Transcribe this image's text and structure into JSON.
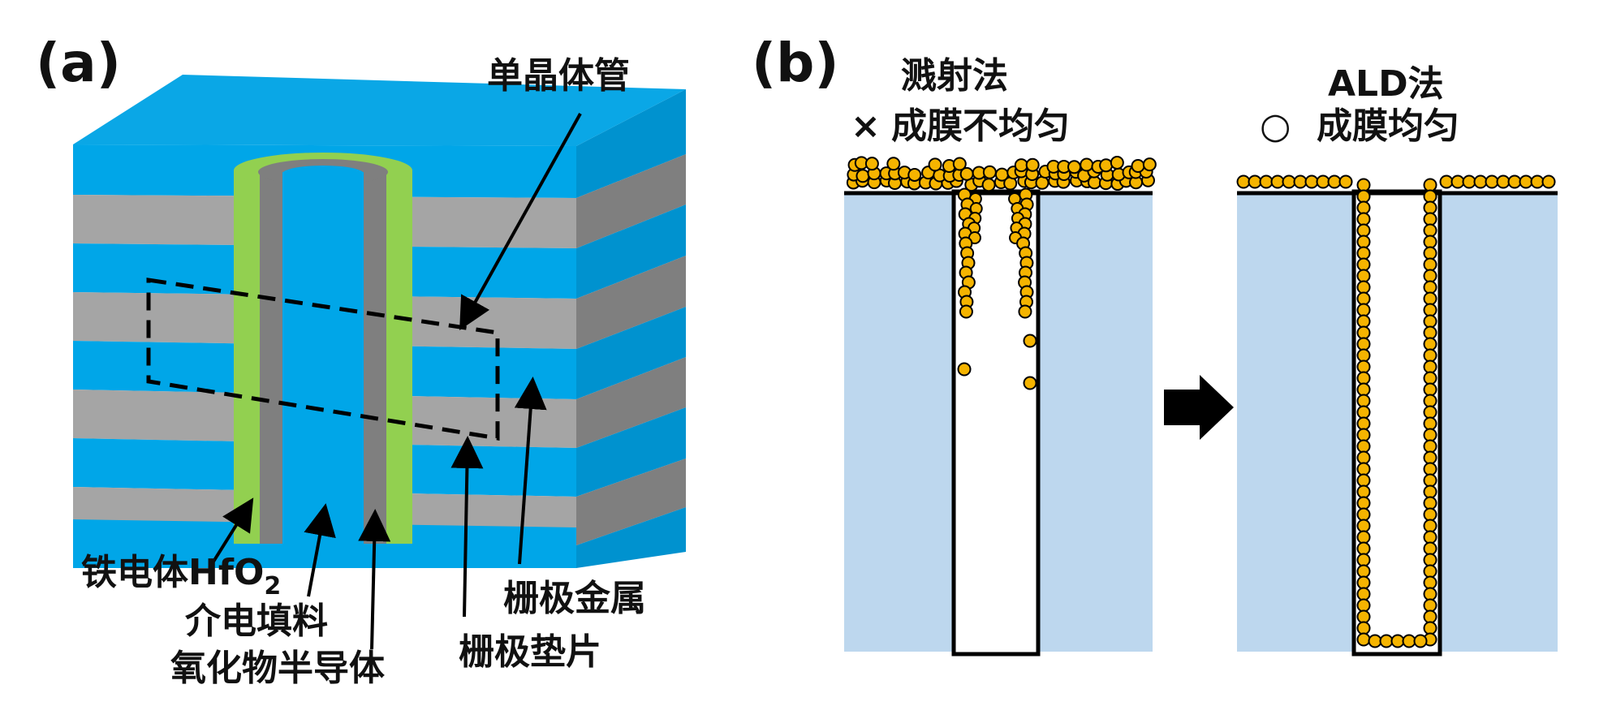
{
  "panel_a": {
    "label": "(a)",
    "callouts": {
      "single_crystal_transistor": "单晶体管",
      "ferroelectric_prefix": "铁电体HfO",
      "ferroelectric_subscript": "2",
      "dielectric_fill": "介电填料",
      "oxide_semiconductor": "氧化物半导体",
      "gate_metal": "栅极金属",
      "gate_pad": "栅极垫片"
    },
    "colors": {
      "blue_layer": "#00A6E8",
      "gray_layer": "#A5A5A5",
      "ferroelectric": "#92D050",
      "semiconductor": "#7F7F7F"
    }
  },
  "panel_b": {
    "label": "(b)",
    "sputter": {
      "title": "溅射法",
      "mark": "×",
      "result": "成膜不均匀"
    },
    "ald": {
      "title": "ALD法",
      "mark": "○",
      "result": "成膜均匀"
    },
    "colors": {
      "substrate": "#BDD7EE",
      "particle": "#F5B400",
      "outline": "#000000"
    }
  }
}
